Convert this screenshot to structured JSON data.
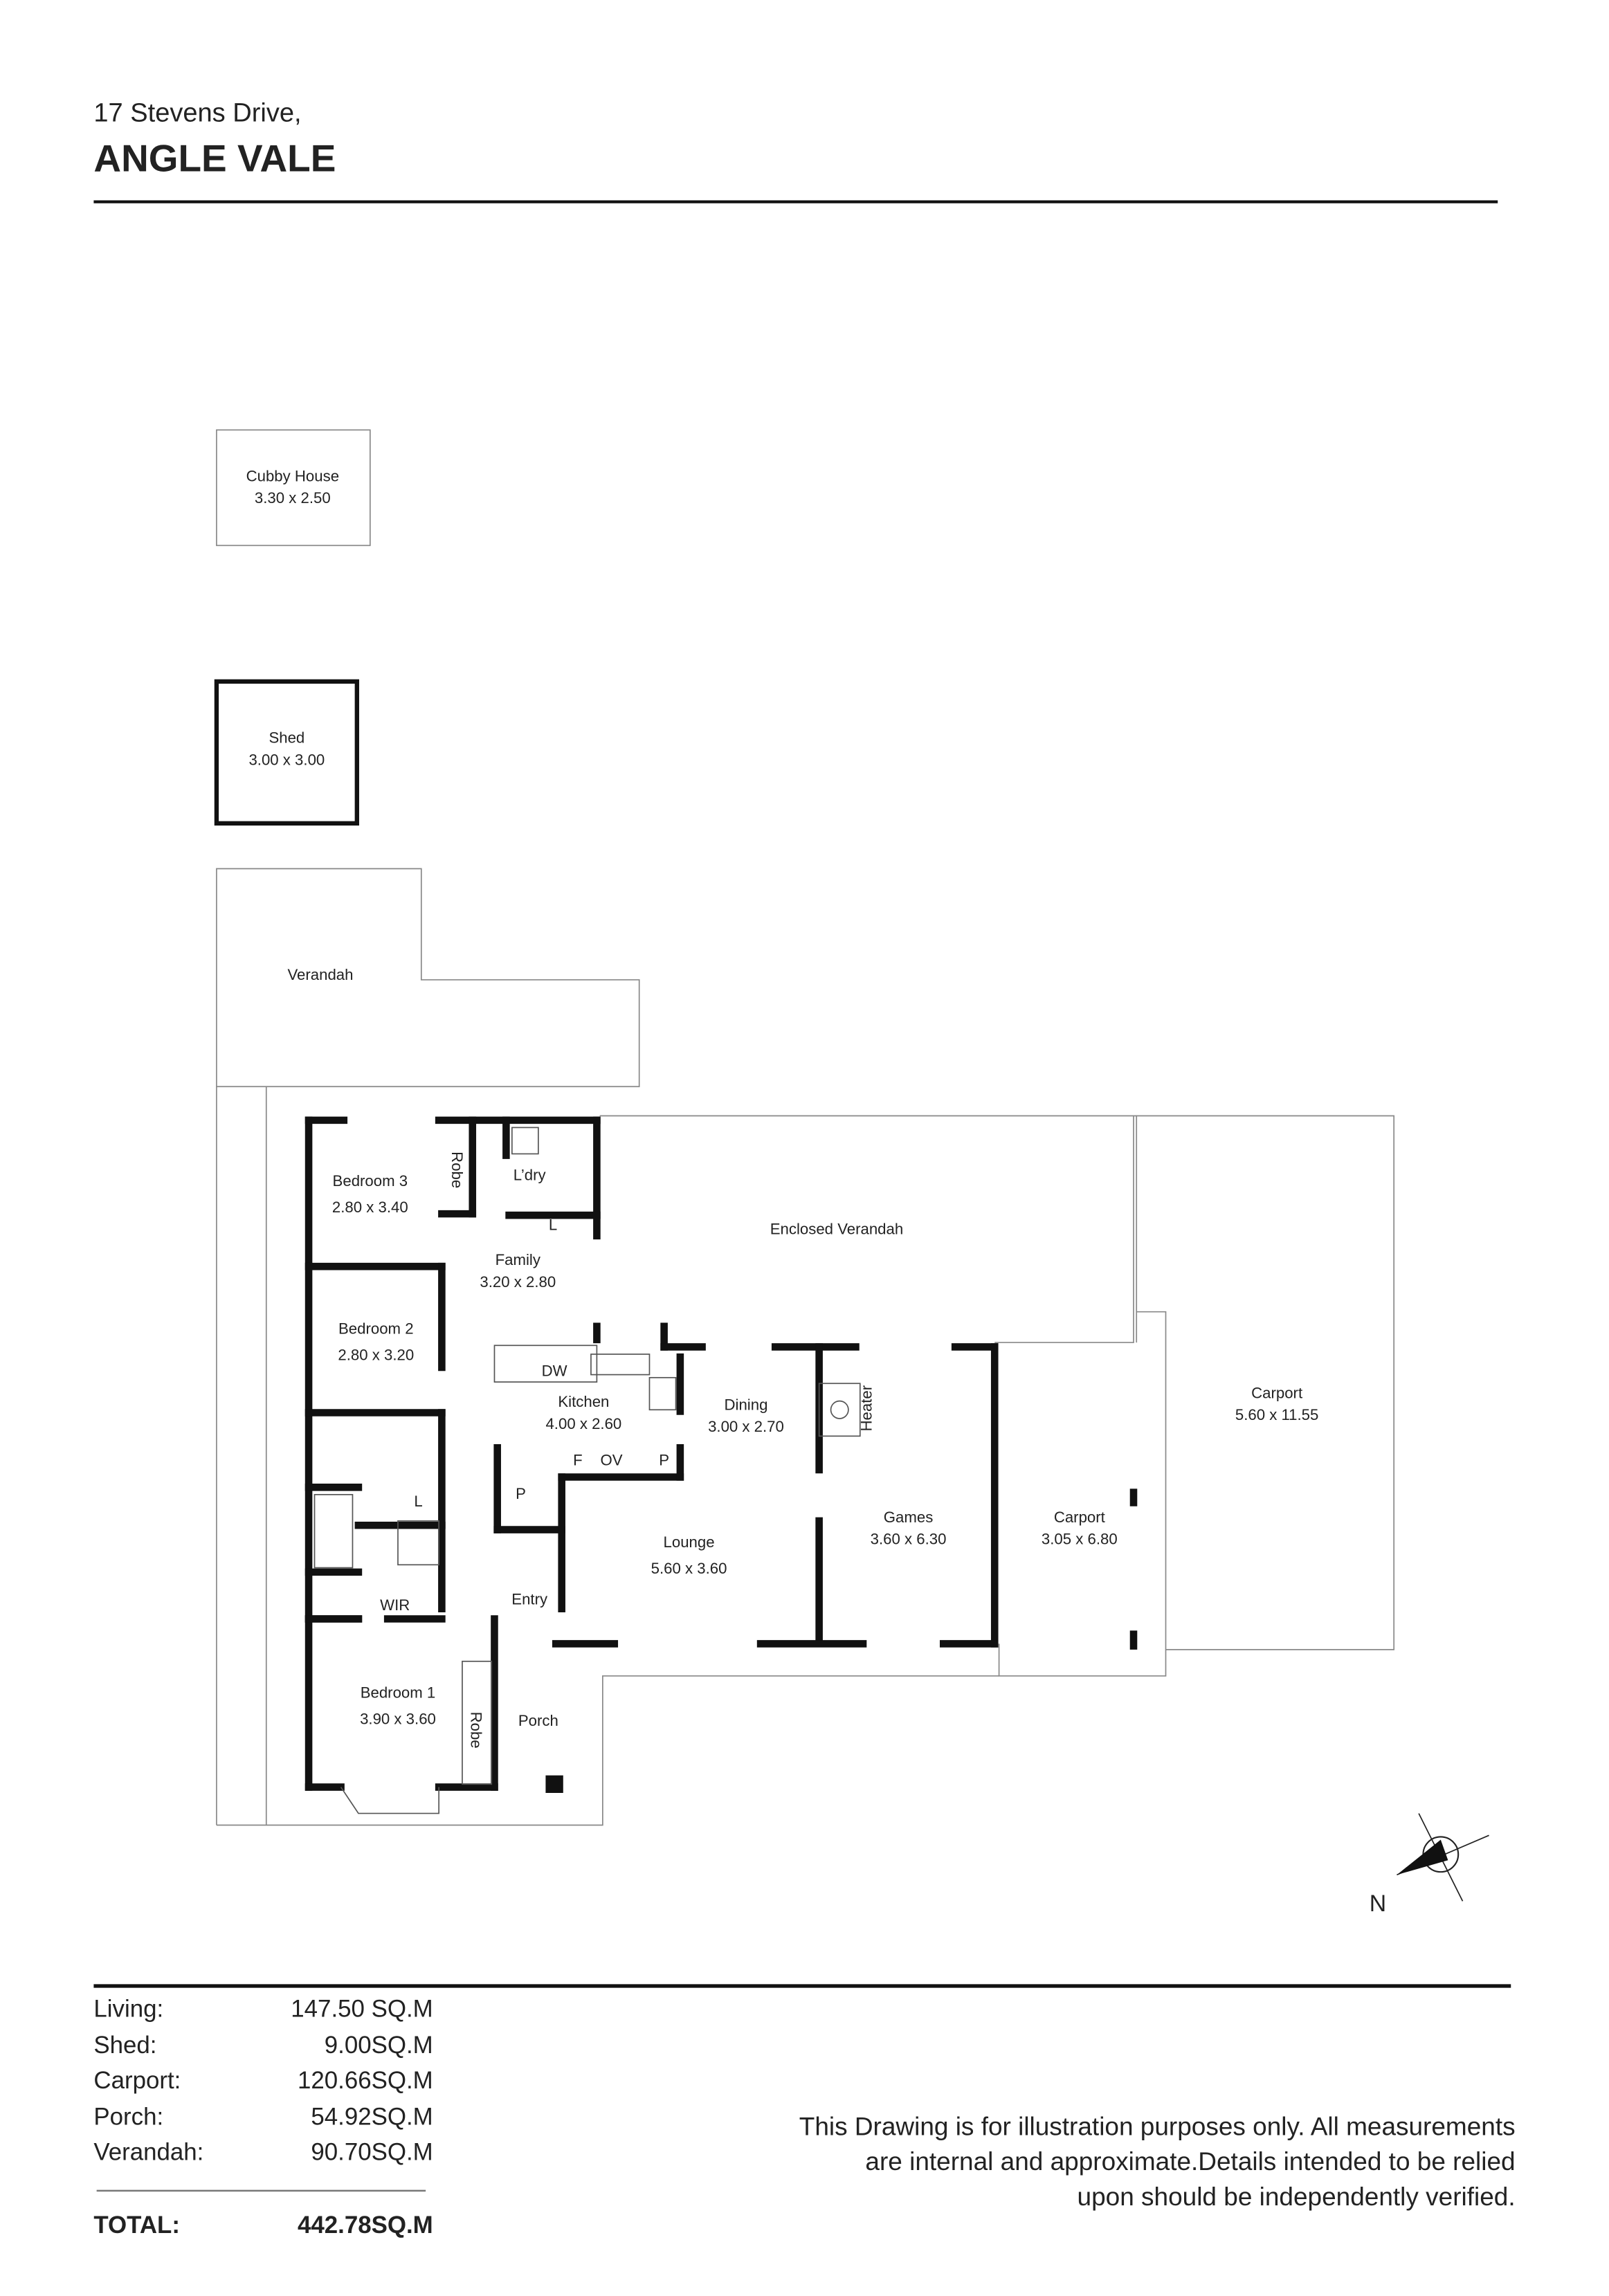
{
  "header": {
    "street": "17 Stevens Drive,",
    "suburb": "ANGLE VALE"
  },
  "outbuildings": {
    "cubby": {
      "name": "Cubby House",
      "dims": "3.30 x 2.50"
    },
    "shed": {
      "name": "Shed",
      "dims": "3.00 x 3.00"
    },
    "verandah": {
      "name": "Verandah"
    }
  },
  "rooms": {
    "bedroom3": {
      "name": "Bedroom 3",
      "dims": "2.80 x 3.40"
    },
    "robe3": {
      "name": "Robe"
    },
    "laundry": {
      "name": "L’dry"
    },
    "linen1": {
      "name": "L"
    },
    "family": {
      "name": "Family",
      "dims": "3.20 x 2.80"
    },
    "enclosed_verandah": {
      "name": "Enclosed Verandah"
    },
    "bedroom2": {
      "name": "Bedroom 2",
      "dims": "2.80 x 3.20"
    },
    "dw": {
      "name": "DW"
    },
    "kitchen": {
      "name": "Kitchen",
      "dims": "4.00 x 2.60"
    },
    "dining": {
      "name": "Dining",
      "dims": "3.00 x 2.70"
    },
    "heater": {
      "name": "Heater"
    },
    "games": {
      "name": "Games",
      "dims": "3.60 x 6.30"
    },
    "carport_small": {
      "name": "Carport",
      "dims": "3.05 x 6.80"
    },
    "carport_large": {
      "name": "Carport",
      "dims": "5.60 x 11.55"
    },
    "lounge": {
      "name": "Lounge",
      "dims": "5.60 x 3.60"
    },
    "pantry": {
      "name": "P"
    },
    "fridge": {
      "name": "F"
    },
    "oven": {
      "name": "OV"
    },
    "pantry2": {
      "name": "P"
    },
    "linen2": {
      "name": "L"
    },
    "wir": {
      "name": "WIR"
    },
    "entry": {
      "name": "Entry"
    },
    "bedroom1": {
      "name": "Bedroom 1",
      "dims": "3.90 x 3.60"
    },
    "robe1": {
      "name": "Robe"
    },
    "porch": {
      "name": "Porch"
    }
  },
  "compass": {
    "label": "N"
  },
  "areas": [
    {
      "label": "Living:",
      "value": "147.50 SQ.M"
    },
    {
      "label": "Shed:",
      "value": "9.00SQ.M"
    },
    {
      "label": "Carport:",
      "value": "120.66SQ.M"
    },
    {
      "label": "Porch:",
      "value": "54.92SQ.M"
    },
    {
      "label": "Verandah:",
      "value": "90.70SQ.M"
    }
  ],
  "total": {
    "label": "TOTAL:",
    "value": "442.78SQ.M"
  },
  "disclaimer": [
    "This Drawing is for illustration purposes only. All measurements",
    "are internal and approximate.Details intended to be relied",
    "upon should be independently verified."
  ]
}
